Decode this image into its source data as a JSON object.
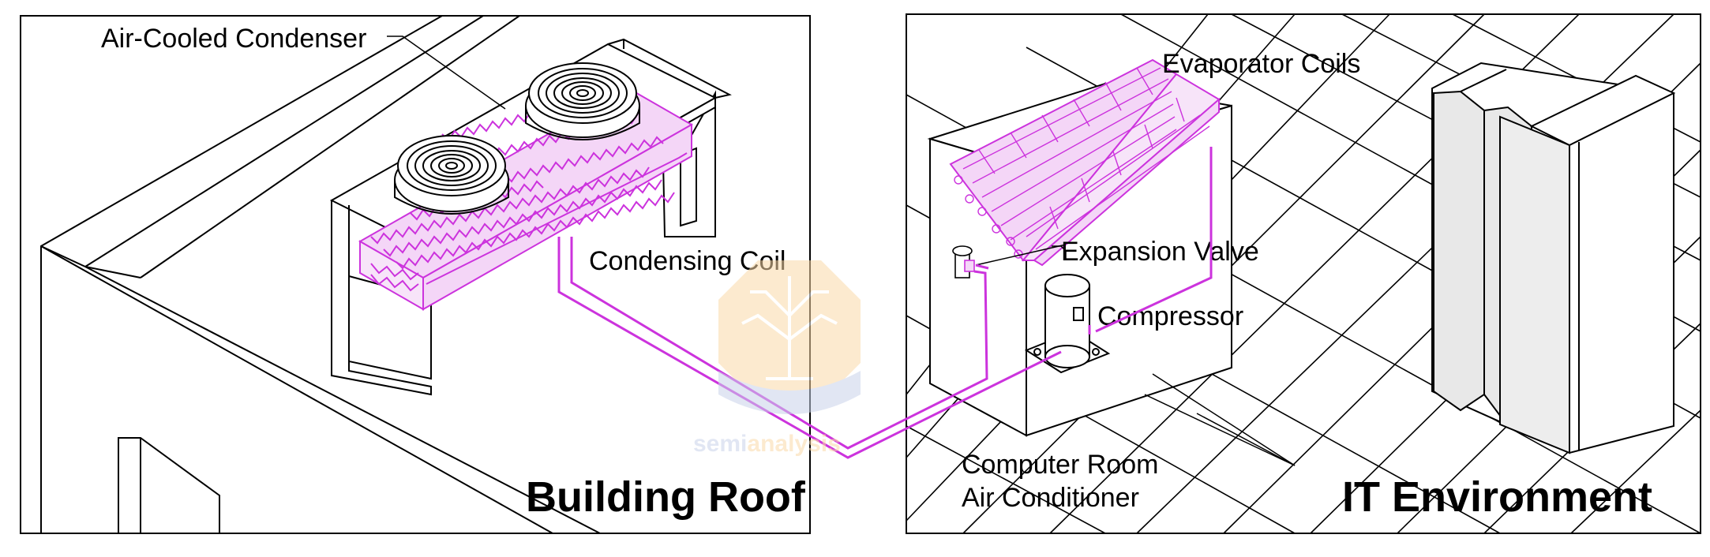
{
  "panels": {
    "roof": {
      "title": "Building Roof"
    },
    "it": {
      "title": "IT Environment"
    }
  },
  "labels": {
    "air_cooled_condenser": "Air-Cooled Condenser",
    "condensing_coil": "Condensing Coil",
    "evaporator_coils": "Evaporator Coils",
    "expansion_valve": "Expansion Valve",
    "compressor": "Compressor",
    "crac_line1": "Computer Room",
    "crac_line2": "Air Conditioner"
  },
  "watermark": {
    "text_a": "semi",
    "text_b": "analysis"
  },
  "colors": {
    "line": "#000000",
    "refrigerant": "#cc33dd",
    "coil_fill": "#f4d6f7",
    "watermark_orange": "#fbd9a8",
    "watermark_blue": "#c9d3ea"
  }
}
